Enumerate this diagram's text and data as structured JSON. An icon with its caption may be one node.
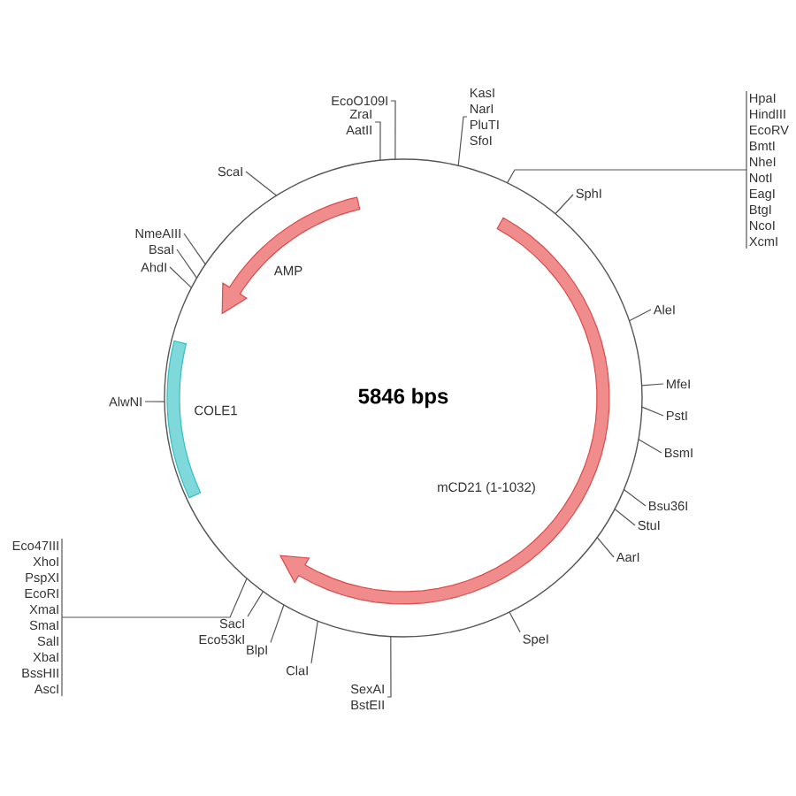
{
  "diagram": {
    "nodes": [
      {
        "text": [
          "5846 bps"
        ]
      },
      {
        "text": [
          "AMP"
        ],
        "in": 0
      },
      {
        "text": [
          "COLE1"
        ],
        "in": 0
      },
      {
        "text": [
          "mCD21 (1-1032)"
        ],
        "in": 0
      },
      {
        "text": [
          "EcoO109I"
        ]
      },
      {
        "text": [
          "ZraI",
          "AatII"
        ]
      },
      {
        "text": [
          "KasI",
          "NarI",
          "PluTI",
          "SfoI"
        ]
      },
      {
        "text": [
          "HpaI",
          "HindIII",
          "EcoRV",
          "BmtI",
          "NheI",
          "NotI",
          "EagI",
          "BtgI",
          "NcoI",
          "XcmI"
        ]
      },
      {
        "text": [
          "ScaI"
        ]
      },
      {
        "text": [
          "SphI"
        ]
      },
      {
        "text": [
          "NmeAIII"
        ]
      },
      {
        "text": [
          "BsaI"
        ]
      },
      {
        "text": [
          "AhdI"
        ]
      },
      {
        "text": [
          "AleI"
        ]
      },
      {
        "text": [
          "AlwNI"
        ]
      },
      {
        "text": [
          "MfeI"
        ]
      },
      {
        "text": [
          "PstI"
        ]
      },
      {
        "text": [
          "BsmI"
        ]
      },
      {
        "text": [
          "Bsu36I"
        ]
      },
      {
        "text": [
          "StuI"
        ]
      },
      {
        "text": [
          "AarI"
        ]
      },
      {
        "text": [
          "SpeI"
        ]
      },
      {
        "text": [
          "SexAI",
          "BstEII"
        ]
      },
      {
        "text": [
          "ClaI"
        ]
      },
      {
        "text": [
          "BlpI"
        ]
      },
      {
        "text": [
          "SacI",
          "Eco53kI"
        ]
      },
      {
        "text": [
          "Eco47III",
          "XhoI",
          "PspXI",
          "EcoRI",
          "XmaI",
          "SmaI",
          "SalI",
          "XbaI",
          "BssHII",
          "AscI"
        ]
      }
    ],
    "edges": [
      {
        "from": 4,
        "to": 0,
        "arrow": "none"
      },
      {
        "from": 5,
        "to": 0,
        "arrow": "none"
      },
      {
        "from": 6,
        "to": 0,
        "arrow": "none"
      },
      {
        "from": 7,
        "to": 0,
        "arrow": "none"
      },
      {
        "from": 8,
        "to": 0,
        "arrow": "none"
      },
      {
        "from": 9,
        "to": 0,
        "arrow": "none"
      },
      {
        "from": 10,
        "to": 0,
        "arrow": "none"
      },
      {
        "from": 11,
        "to": 0,
        "arrow": "none"
      },
      {
        "from": 12,
        "to": 0,
        "arrow": "none"
      },
      {
        "from": 13,
        "to": 0,
        "arrow": "none"
      },
      {
        "from": 14,
        "to": 0,
        "arrow": "none"
      },
      {
        "from": 15,
        "to": 0,
        "arrow": "none"
      },
      {
        "from": 16,
        "to": 0,
        "arrow": "none"
      },
      {
        "from": 17,
        "to": 0,
        "arrow": "none"
      },
      {
        "from": 18,
        "to": 0,
        "arrow": "none"
      },
      {
        "from": 19,
        "to": 0,
        "arrow": "none"
      },
      {
        "from": 20,
        "to": 0,
        "arrow": "none"
      },
      {
        "from": 21,
        "to": 0,
        "arrow": "none"
      },
      {
        "from": 22,
        "to": 0,
        "arrow": "none"
      },
      {
        "from": 23,
        "to": 0,
        "arrow": "none"
      },
      {
        "from": 24,
        "to": 0,
        "arrow": "none"
      },
      {
        "from": 25,
        "to": 0,
        "arrow": "none"
      },
      {
        "from": 26,
        "to": 0,
        "arrow": "none"
      }
    ]
  }
}
